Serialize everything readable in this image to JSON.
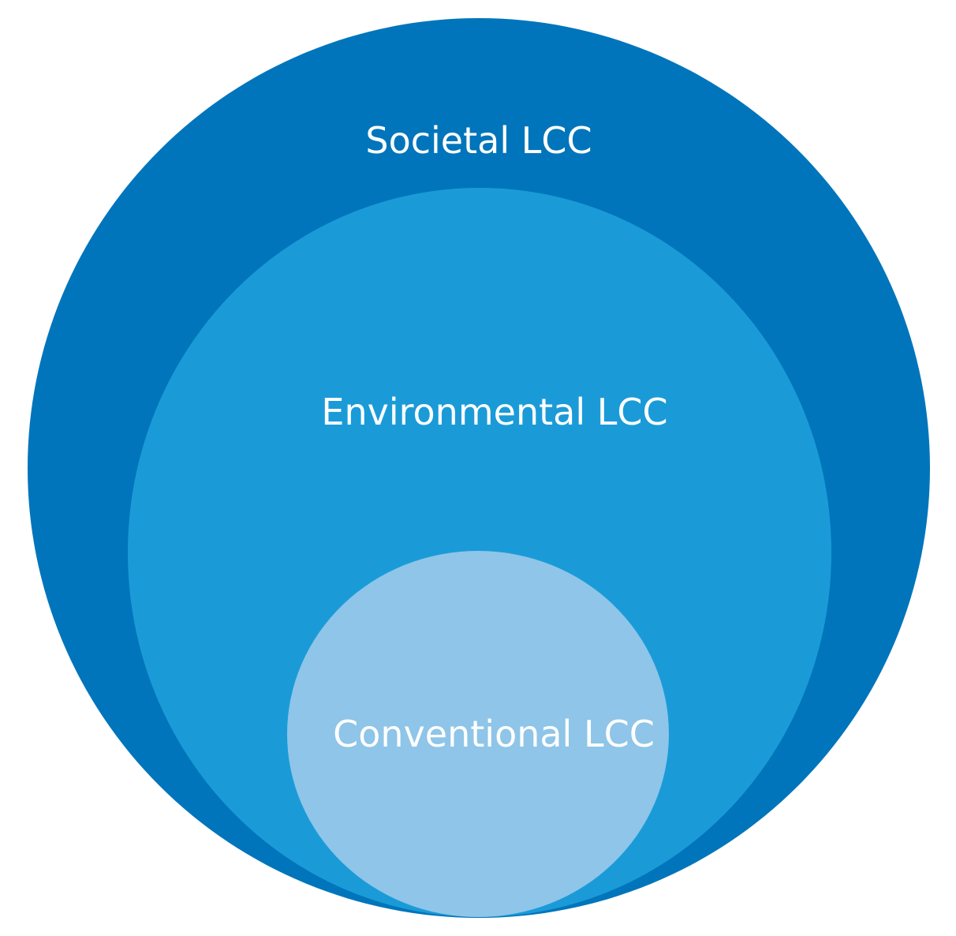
{
  "diagram": {
    "type": "nested-circles",
    "outer": {
      "label": "Societal LCC",
      "color": "#0075BB"
    },
    "middle": {
      "label": "Environmental LCC",
      "color": "#1A9BD8"
    },
    "inner": {
      "label": "Conventional LCC",
      "color": "#8EC5E8"
    },
    "label_color": "#FFFFFF",
    "background": "#FFFFFF"
  }
}
